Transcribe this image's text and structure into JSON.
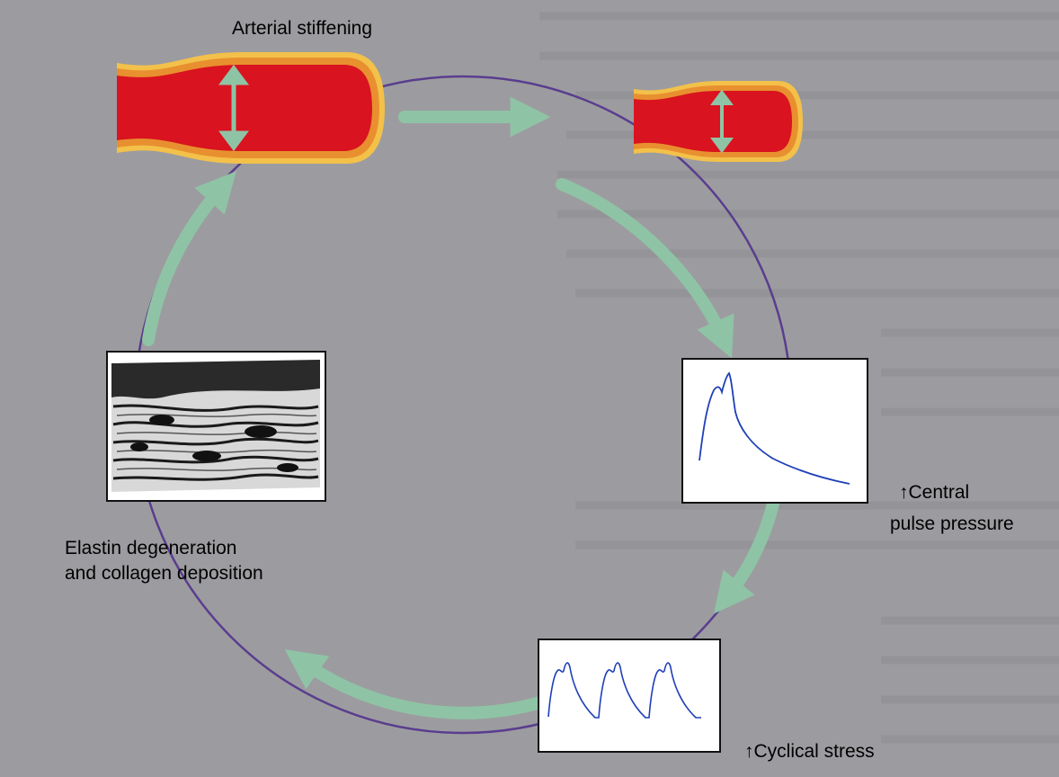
{
  "labels": {
    "title": "Arterial stiffening",
    "elastin_line1": "Elastin degeneration",
    "elastin_line2": "and collagen deposition",
    "central_line1": "↑Central",
    "central_line2": "pulse pressure",
    "cyclical": "↑Cyclical stress"
  },
  "colors": {
    "background": "#9c9ca0",
    "arrow": "#8fc3a5",
    "circle": "#5a3d8e",
    "artery_lumen": "#d9131f",
    "artery_wall": "#f1b43a",
    "waveform": "#1f3fb8"
  }
}
